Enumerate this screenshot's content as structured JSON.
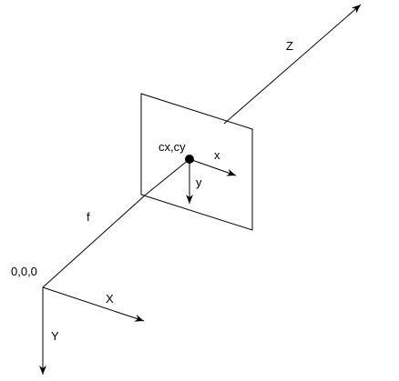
{
  "labels": {
    "origin": "0,0,0",
    "world_x": "X",
    "world_y": "Y",
    "optical_axis": "Z",
    "focal_length": "f",
    "principal_point": "cx,cy",
    "image_x": "x",
    "image_y": "y"
  },
  "colors": {
    "ink": "#000000",
    "background": "#ffffff"
  }
}
